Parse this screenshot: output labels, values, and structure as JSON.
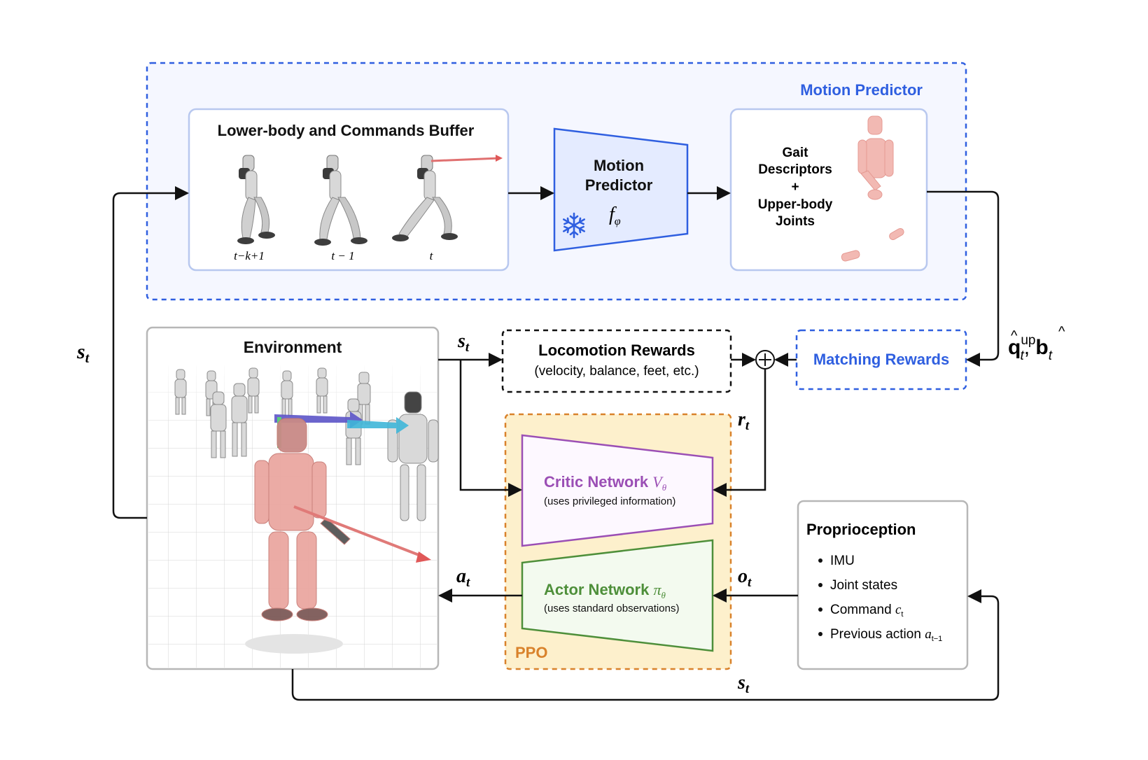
{
  "motion_predictor": {
    "section_title": "Motion Predictor",
    "buffer": {
      "title": "Lower-body and Commands Buffer",
      "frame_labels": [
        "t−k+1",
        "t − 1",
        "t"
      ]
    },
    "network": {
      "title_line1": "Motion",
      "title_line2": "Predictor",
      "symbol": "f",
      "symbol_sub": "φ",
      "icon": "snowflake-icon"
    },
    "output": {
      "lines": [
        "Gait",
        "Descriptors",
        "+",
        "Upper-body",
        "Joints"
      ]
    }
  },
  "environment": {
    "title": "Environment"
  },
  "locomotion_rewards": {
    "title": "Locomotion Rewards",
    "subtitle": "(velocity, balance, feet, etc.)"
  },
  "matching_rewards": {
    "title": "Matching Rewards"
  },
  "ppo": {
    "label": "PPO",
    "critic": {
      "title": "Critic Network",
      "symbol": "V",
      "symbol_sub": "θ",
      "subtitle": "(uses privileged information)"
    },
    "actor": {
      "title": "Actor Network",
      "symbol": "π",
      "symbol_sub": "θ",
      "subtitle": "(uses standard observations)"
    }
  },
  "proprioception": {
    "title": "Proprioception",
    "items": [
      "IMU",
      "Joint states",
      "Command",
      "Previous action"
    ],
    "item_subs": [
      "",
      "",
      "c",
      "a"
    ],
    "item_subsubs": [
      "",
      "",
      "t",
      "t−1"
    ]
  },
  "signals": {
    "state": "s",
    "state_sub": "t",
    "reward": "r",
    "reward_sub": "t",
    "action": "a",
    "action_sub": "t",
    "obs": "o",
    "obs_sub": "t",
    "pred_q": "q",
    "pred_q_sup": "up",
    "pred_q_sub": "t",
    "pred_sep": ", ",
    "pred_b": "b",
    "pred_b_sub": "t",
    "sum_symbol": "+"
  },
  "colors": {
    "predictor_blue": "#2f5fe0",
    "predictor_bg": "#f5f7ff",
    "critic_purple": "#9b4fb5",
    "actor_green": "#4e8f3a",
    "ppo_orange": "#d9822b",
    "ppo_bg": "#fdf0cc",
    "robot_gray": "#d6d6d6",
    "robot_pink": "#e9a6a0"
  }
}
